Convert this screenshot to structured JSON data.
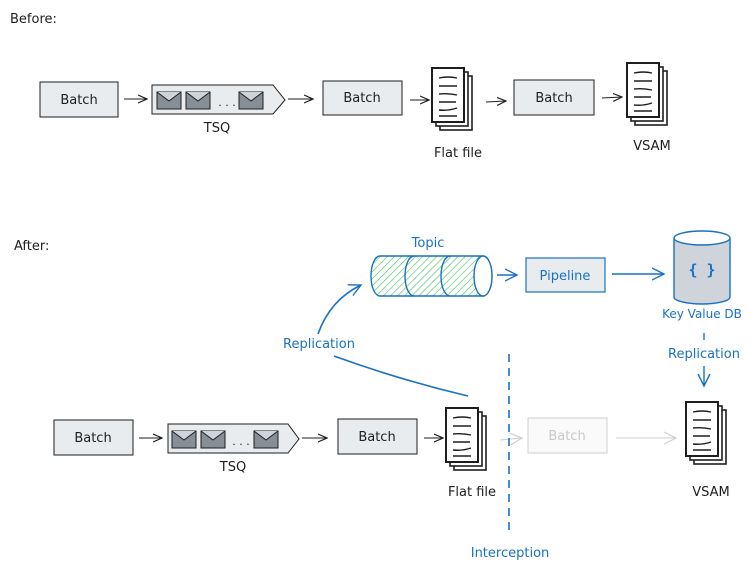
{
  "sections": {
    "before_label": "Before:",
    "after_label": "After:"
  },
  "before": {
    "batch1": "Batch",
    "queue_label": "TSQ",
    "batch2": "Batch",
    "flatfile_label": "Flat file",
    "batch3": "Batch",
    "vsam_label": "VSAM"
  },
  "after": {
    "batch1": "Batch",
    "queue_label": "TSQ",
    "batch2": "Batch",
    "flatfile_label": "Flat file",
    "batch3_disabled": "Batch",
    "vsam_label": "VSAM",
    "topic_label": "Topic",
    "pipeline_label": "Pipeline",
    "kvdb_icon": "{ }",
    "kvdb_label": "Key Value DB",
    "replication_left": "Replication",
    "replication_right": "Replication",
    "interception_label": "Interception",
    "queue_ellipsis": ". . ."
  },
  "colors": {
    "ink": "#1e1e1e",
    "accent": "#1971c2",
    "box_fill": "#e9ecef",
    "topic_hatch": "#40c057",
    "db_fill": "#ced4da",
    "envelope": "#868e96",
    "disabled": "#c8c8c8"
  }
}
